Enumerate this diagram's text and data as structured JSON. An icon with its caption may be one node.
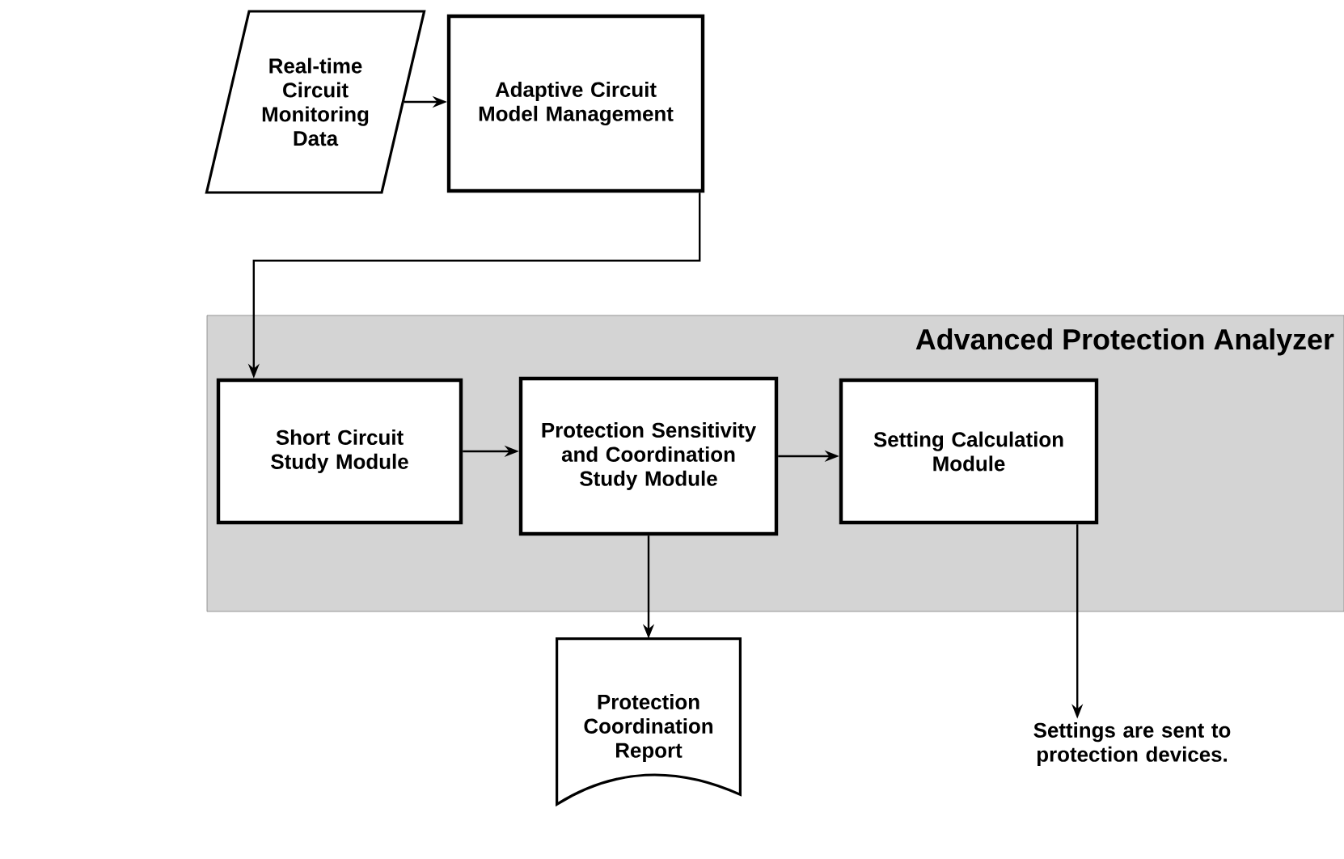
{
  "diagram": {
    "nodes": [
      {
        "text": [
          "Real-time Circuit Monitoring Data"
        ]
      },
      {
        "text": [
          "Adaptive Circuit Model Management"
        ]
      },
      {
        "text": [
          "Advanced Protection Analyzer"
        ]
      },
      {
        "text": [
          "Short Circuit Study Module"
        ],
        "in": 2
      },
      {
        "text": [
          "Protection Sensitivity and Coordination Study Module"
        ],
        "in": 2
      },
      {
        "text": [
          "Setting Calculation Module"
        ],
        "in": 2
      },
      {
        "text": [
          "Protection Coordination Report"
        ]
      },
      {
        "text": [
          "Settings are sent to protection devices."
        ]
      }
    ],
    "edges": [
      {
        "from": 0,
        "to": 1,
        "arrow": "to"
      },
      {
        "from": 1,
        "to": 3,
        "arrow": "to"
      },
      {
        "from": 3,
        "to": 4,
        "arrow": "to"
      },
      {
        "from": 4,
        "to": 5,
        "arrow": "to"
      },
      {
        "from": 4,
        "to": 6,
        "arrow": "to"
      },
      {
        "from": 5,
        "to": 7,
        "arrow": "to"
      }
    ]
  }
}
